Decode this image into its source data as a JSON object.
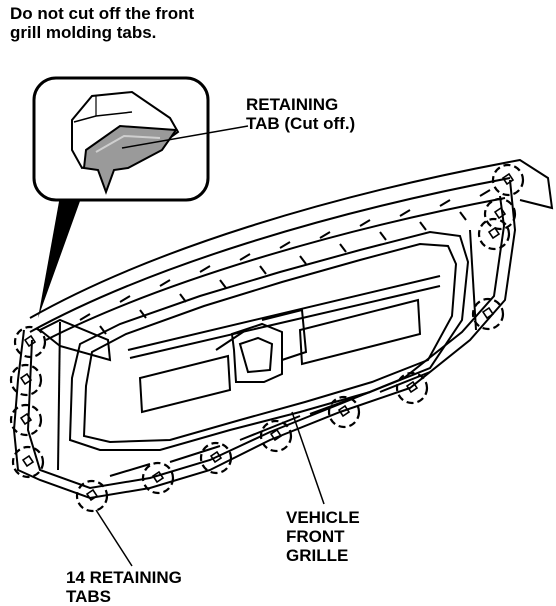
{
  "labels": {
    "caution_line1": "Do not cut off the front",
    "caution_line2": "grill molding tabs.",
    "retaining_line1": "RETAINING",
    "retaining_line2": "TAB (Cut off.)",
    "grille_line1": "VEHICLE",
    "grille_line2": "FRONT",
    "grille_line3": "GRILLE",
    "tabs_line1": "14 RETAINING",
    "tabs_line2": "TABS"
  },
  "colors": {
    "line": "#000000",
    "tab_fill": "#9a9a9a",
    "tab_highlight": "#cfcfcf",
    "background": "#ffffff"
  }
}
